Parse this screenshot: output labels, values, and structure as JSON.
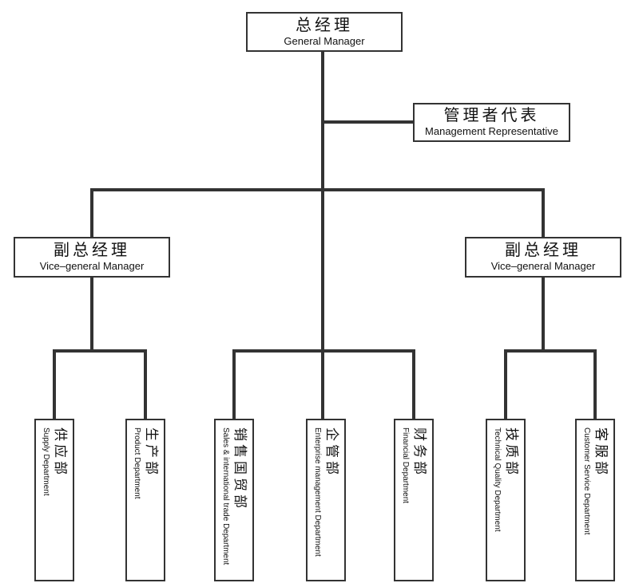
{
  "page": {
    "background": "#ffffff",
    "line_color": "#333333",
    "text_color": "#111111"
  },
  "org_chart": {
    "general_manager": {
      "zh": "总经理",
      "en": "General Manager"
    },
    "management_representative": {
      "zh": "管理者代表",
      "en": "Management Representative"
    },
    "vice_general_manager_left": {
      "zh": "副总经理",
      "en": "Vice–general Manager"
    },
    "vice_general_manager_right": {
      "zh": "副总经理",
      "en": "Vice–general Manager"
    },
    "departments": [
      {
        "zh": "供应部",
        "en": "Supply Department"
      },
      {
        "zh": "生产部",
        "en": "Product Department"
      },
      {
        "zh": "销售国贸部",
        "en": "Sales & international trade Department"
      },
      {
        "zh": "企管部",
        "en": "Enterprise management Department"
      },
      {
        "zh": "财务部",
        "en": "Financial Department"
      },
      {
        "zh": "技质部",
        "en": "Technical Quality Department"
      },
      {
        "zh": "客服部",
        "en": "Customer Service Department"
      }
    ]
  }
}
